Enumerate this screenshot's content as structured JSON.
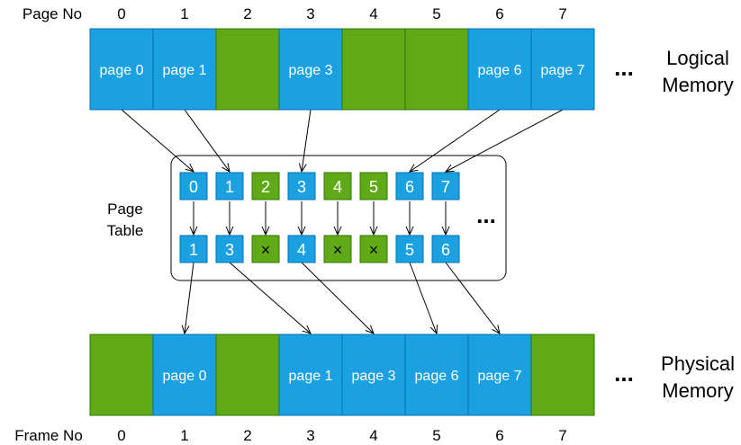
{
  "labels": {
    "page_no": "Page No",
    "frame_no": "Frame No",
    "page_table_line1": "Page",
    "page_table_line2": "Table",
    "logical_line1": "Logical",
    "logical_line2": "Memory",
    "physical_line1": "Physical",
    "physical_line2": "Memory",
    "ellipsis": "..."
  },
  "colors": {
    "blue": "#1ba1e2",
    "green": "#60a917",
    "blue_border": "#006eaf",
    "green_border": "#2d7600",
    "box_border": "#000000"
  },
  "logical_memory": {
    "indices": [
      "0",
      "1",
      "2",
      "3",
      "4",
      "5",
      "6",
      "7"
    ],
    "cells": [
      {
        "label": "page 0",
        "color": "blue"
      },
      {
        "label": "page 1",
        "color": "blue"
      },
      {
        "label": "",
        "color": "green"
      },
      {
        "label": "page 3",
        "color": "blue"
      },
      {
        "label": "",
        "color": "green"
      },
      {
        "label": "",
        "color": "green"
      },
      {
        "label": "page 6",
        "color": "blue"
      },
      {
        "label": "page 7",
        "color": "blue"
      }
    ]
  },
  "page_table": {
    "entries": [
      {
        "page": "0",
        "frame": "1",
        "color": "blue"
      },
      {
        "page": "1",
        "frame": "3",
        "color": "blue"
      },
      {
        "page": "2",
        "frame": "×",
        "color": "green"
      },
      {
        "page": "3",
        "frame": "4",
        "color": "blue"
      },
      {
        "page": "4",
        "frame": "×",
        "color": "green"
      },
      {
        "page": "5",
        "frame": "×",
        "color": "green"
      },
      {
        "page": "6",
        "frame": "5",
        "color": "blue"
      },
      {
        "page": "7",
        "frame": "6",
        "color": "blue"
      }
    ]
  },
  "physical_memory": {
    "indices": [
      "0",
      "1",
      "2",
      "3",
      "4",
      "5",
      "6",
      "7"
    ],
    "cells": [
      {
        "label": "",
        "color": "green"
      },
      {
        "label": "page 0",
        "color": "blue"
      },
      {
        "label": "",
        "color": "green"
      },
      {
        "label": "page 1",
        "color": "blue"
      },
      {
        "label": "page 3",
        "color": "blue"
      },
      {
        "label": "page 6",
        "color": "blue"
      },
      {
        "label": "page 7",
        "color": "blue"
      },
      {
        "label": "",
        "color": "green"
      }
    ]
  }
}
